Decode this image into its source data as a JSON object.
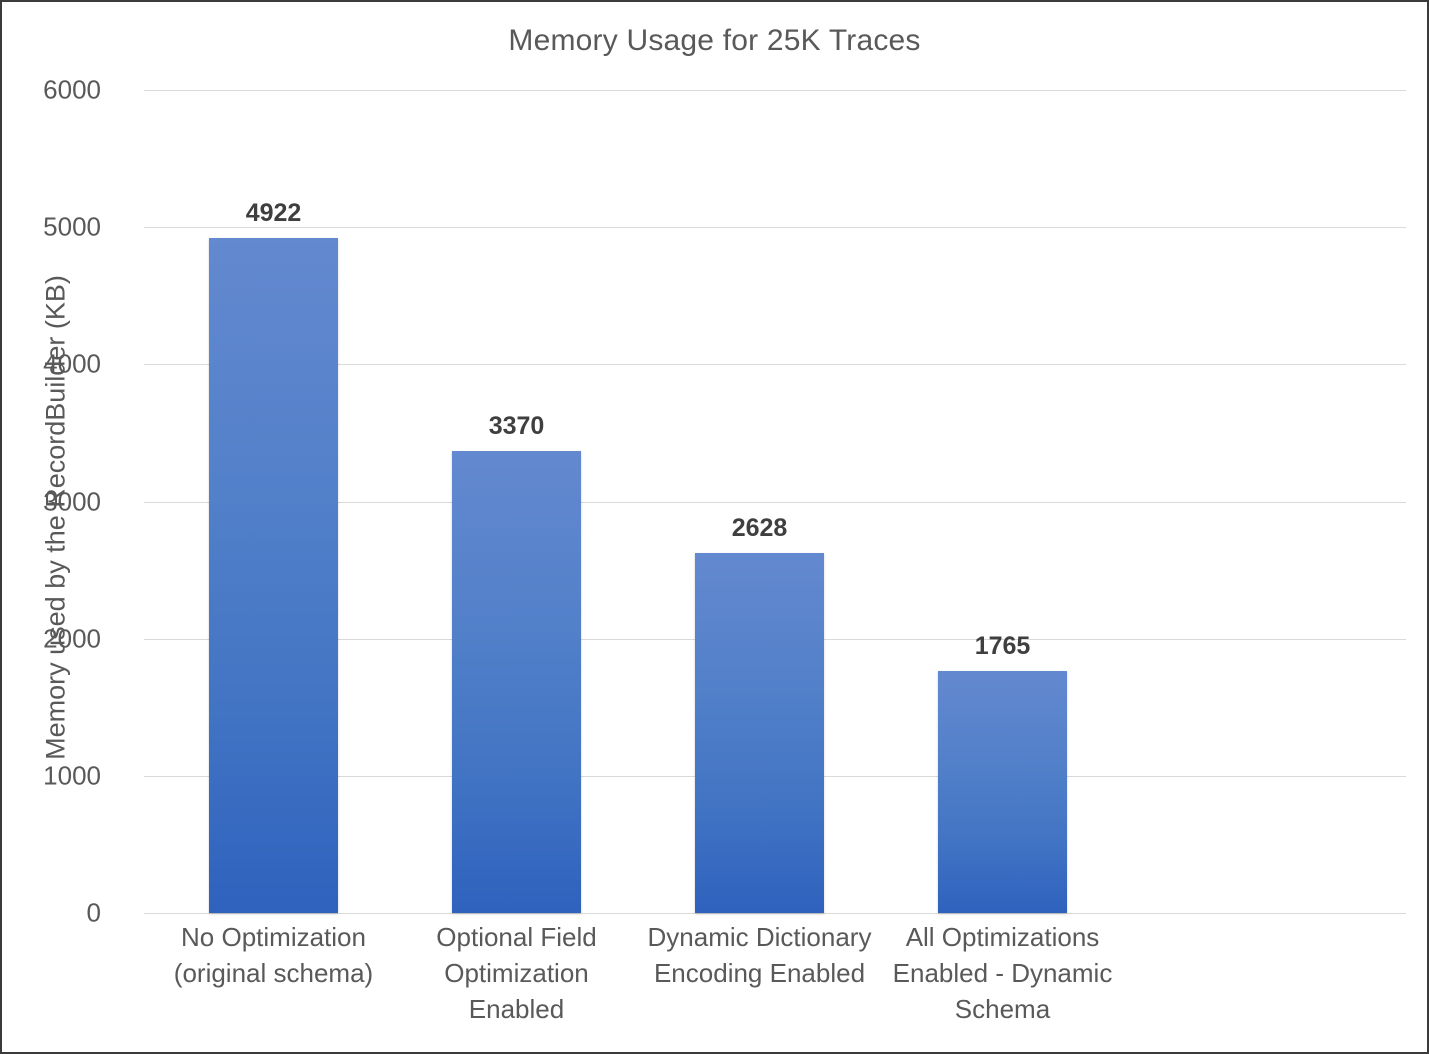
{
  "chart_data": {
    "type": "bar",
    "title": "Memory Usage for 25K Traces",
    "xlabel": "",
    "ylabel": "Memory used by the RecordBuilder (KB)",
    "categories": [
      "No Optimization (original schema)",
      "Optional Field Optimization Enabled",
      "Dynamic Dictionary Encoding Enabled",
      "All Optimizations Enabled - Dynamic Schema"
    ],
    "category_lines": [
      [
        "No Optimization",
        "(original schema)"
      ],
      [
        "Optional Field",
        "Optimization",
        "Enabled"
      ],
      [
        "Dynamic Dictionary",
        "Encoding Enabled"
      ],
      [
        "All Optimizations",
        "Enabled - Dynamic",
        "Schema"
      ]
    ],
    "values": [
      4922,
      3370,
      2628,
      1765
    ],
    "value_labels": [
      "4922",
      "3370",
      "2628",
      "1765"
    ],
    "ylim": [
      0,
      6000
    ],
    "yticks": [
      6000,
      5000,
      4000,
      3000,
      2000,
      1000,
      0
    ],
    "ytick_labels": [
      "6000",
      "5000",
      "4000",
      "3000",
      "2000",
      "1000",
      "0"
    ],
    "grid": true,
    "legend": false,
    "legend_position": "none",
    "series": [
      {
        "name": "Memory used by the RecordBuilder (KB)",
        "values": [
          4922,
          3370,
          2628,
          1765
        ]
      }
    ],
    "colors": {
      "bar_top": "#6389d0",
      "bar_bottom": "#2e62bd",
      "gridline": "#d9d9d9",
      "text": "#595959",
      "data_label": "#3f3f3f",
      "border": "#3b3b3b",
      "background": "#ffffff"
    }
  }
}
